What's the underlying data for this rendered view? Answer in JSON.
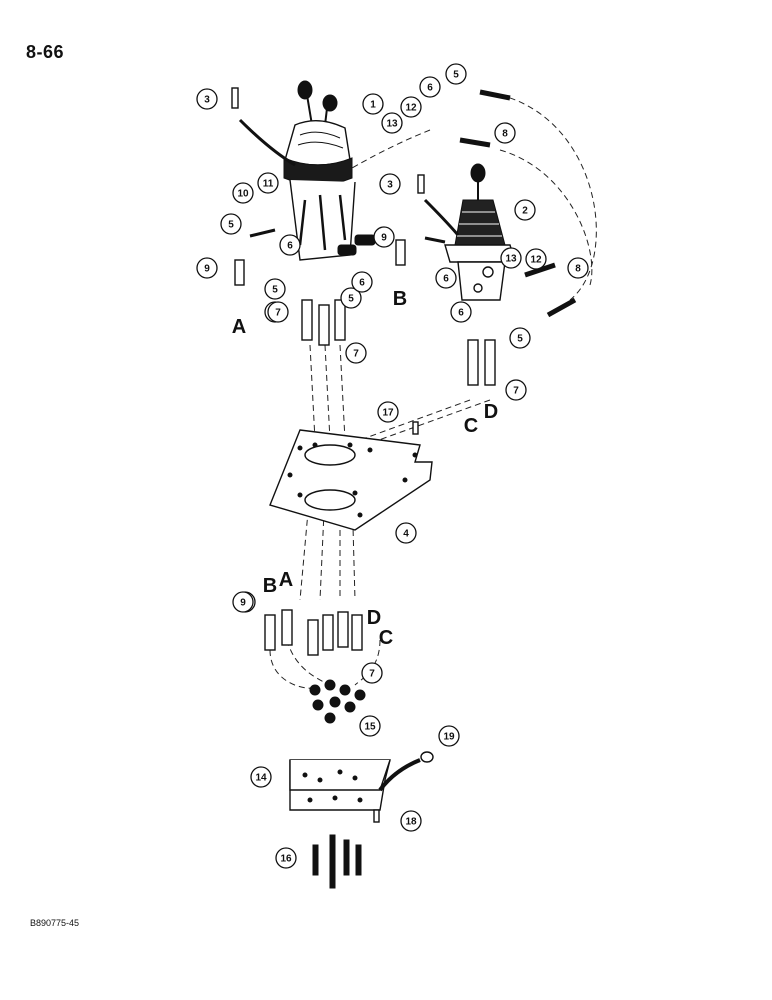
{
  "page_number": "8-66",
  "figure_ref": "B890775-45",
  "callouts": [
    "1",
    "2",
    "3",
    "3",
    "4",
    "5",
    "5",
    "5",
    "5",
    "5",
    "5",
    "6",
    "6",
    "6",
    "6",
    "6",
    "7",
    "7",
    "7",
    "7",
    "7",
    "8",
    "8",
    "9",
    "9",
    "9",
    "10",
    "11",
    "12",
    "12",
    "13",
    "13",
    "14",
    "15",
    "16",
    "17",
    "18",
    "19"
  ],
  "hose_letters": [
    "A",
    "B",
    "C",
    "D",
    "B",
    "A",
    "D",
    "C"
  ]
}
